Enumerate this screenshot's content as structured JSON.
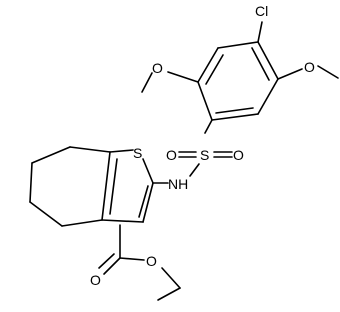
{
  "diagram": {
    "type": "chemical-structure",
    "atoms": {
      "cl": "Cl",
      "s_ring": "S",
      "s_sulfonyl": "S",
      "o_methoxy_left": "O",
      "o_methoxy_right": "O",
      "o_sulfonyl_left": "O",
      "o_sulfonyl_right": "O",
      "nh": "NH",
      "o_carbonyl": "O",
      "o_ester": "O"
    },
    "colors": {
      "bond": "#000000",
      "text": "#000000",
      "background": "#ffffff"
    }
  }
}
